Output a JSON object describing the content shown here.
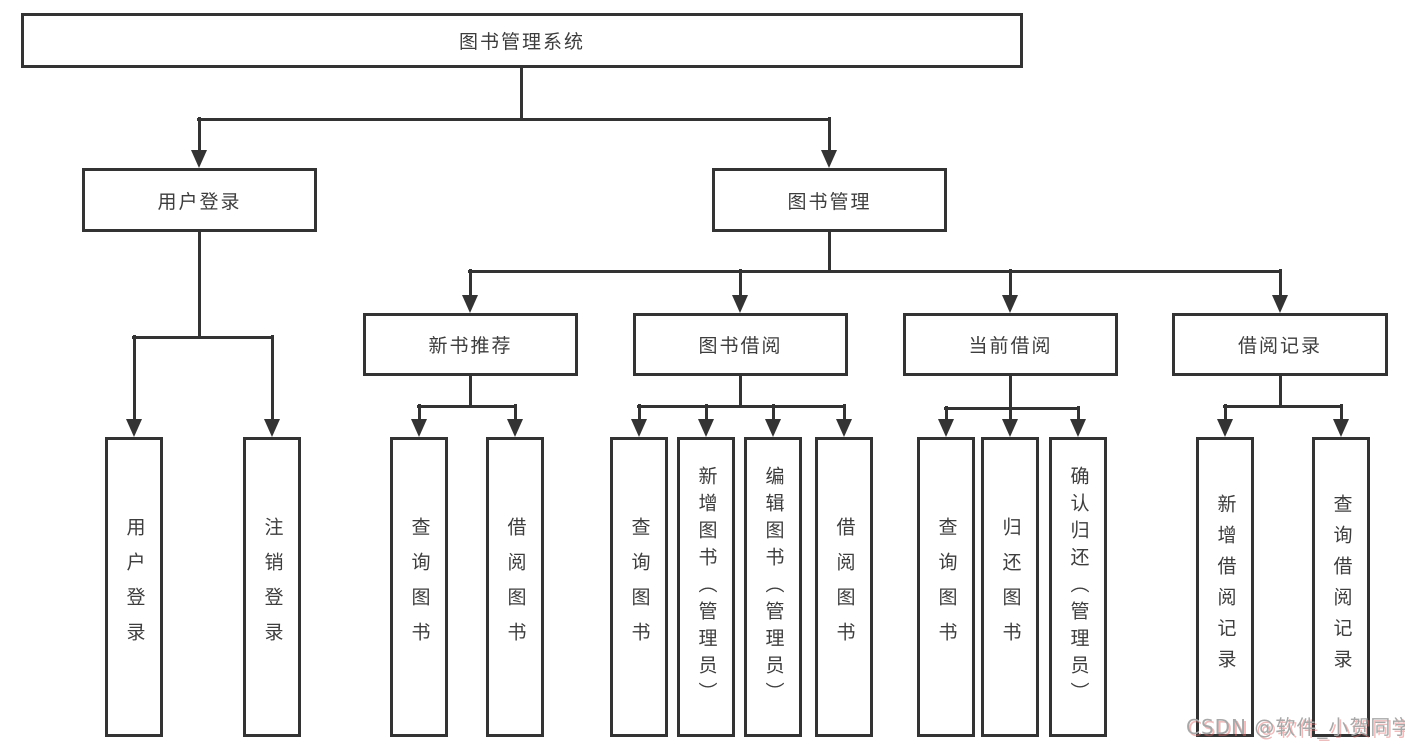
{
  "nodes": {
    "root": "图书管理系统",
    "user_login": "用户登录",
    "book_mgmt": "图书管理",
    "new_book_rec": "新书推荐",
    "book_borrow": "图书借阅",
    "current_borrow": "当前借阅",
    "borrow_records": "借阅记录",
    "leaf_user_login": "用户登录",
    "leaf_logout": "注销登录",
    "leaf_rec_query": "查询图书",
    "leaf_rec_borrow": "借阅图书",
    "leaf_bb_query": "查询图书",
    "leaf_bb_add": "新增图书（管理员）",
    "leaf_bb_edit": "编辑图书（管理员）",
    "leaf_bb_borrow": "借阅图书",
    "leaf_cb_query": "查询图书",
    "leaf_cb_return": "归还图书",
    "leaf_cb_confirm": "确认归还（管理员）",
    "leaf_br_add": "新增借阅记录",
    "leaf_br_query": "查询借阅记录"
  },
  "watermark": "CSDN @软件_小贺同学",
  "colors": {
    "line": "#333333",
    "text": "#3d3d3d",
    "watermark": "#a8a8a8"
  }
}
